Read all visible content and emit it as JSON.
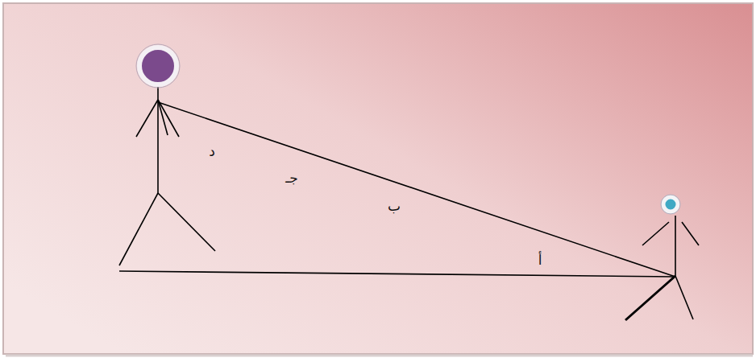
{
  "diagram": {
    "labels": [
      "د",
      "جـ",
      "ب",
      "أ"
    ]
  }
}
